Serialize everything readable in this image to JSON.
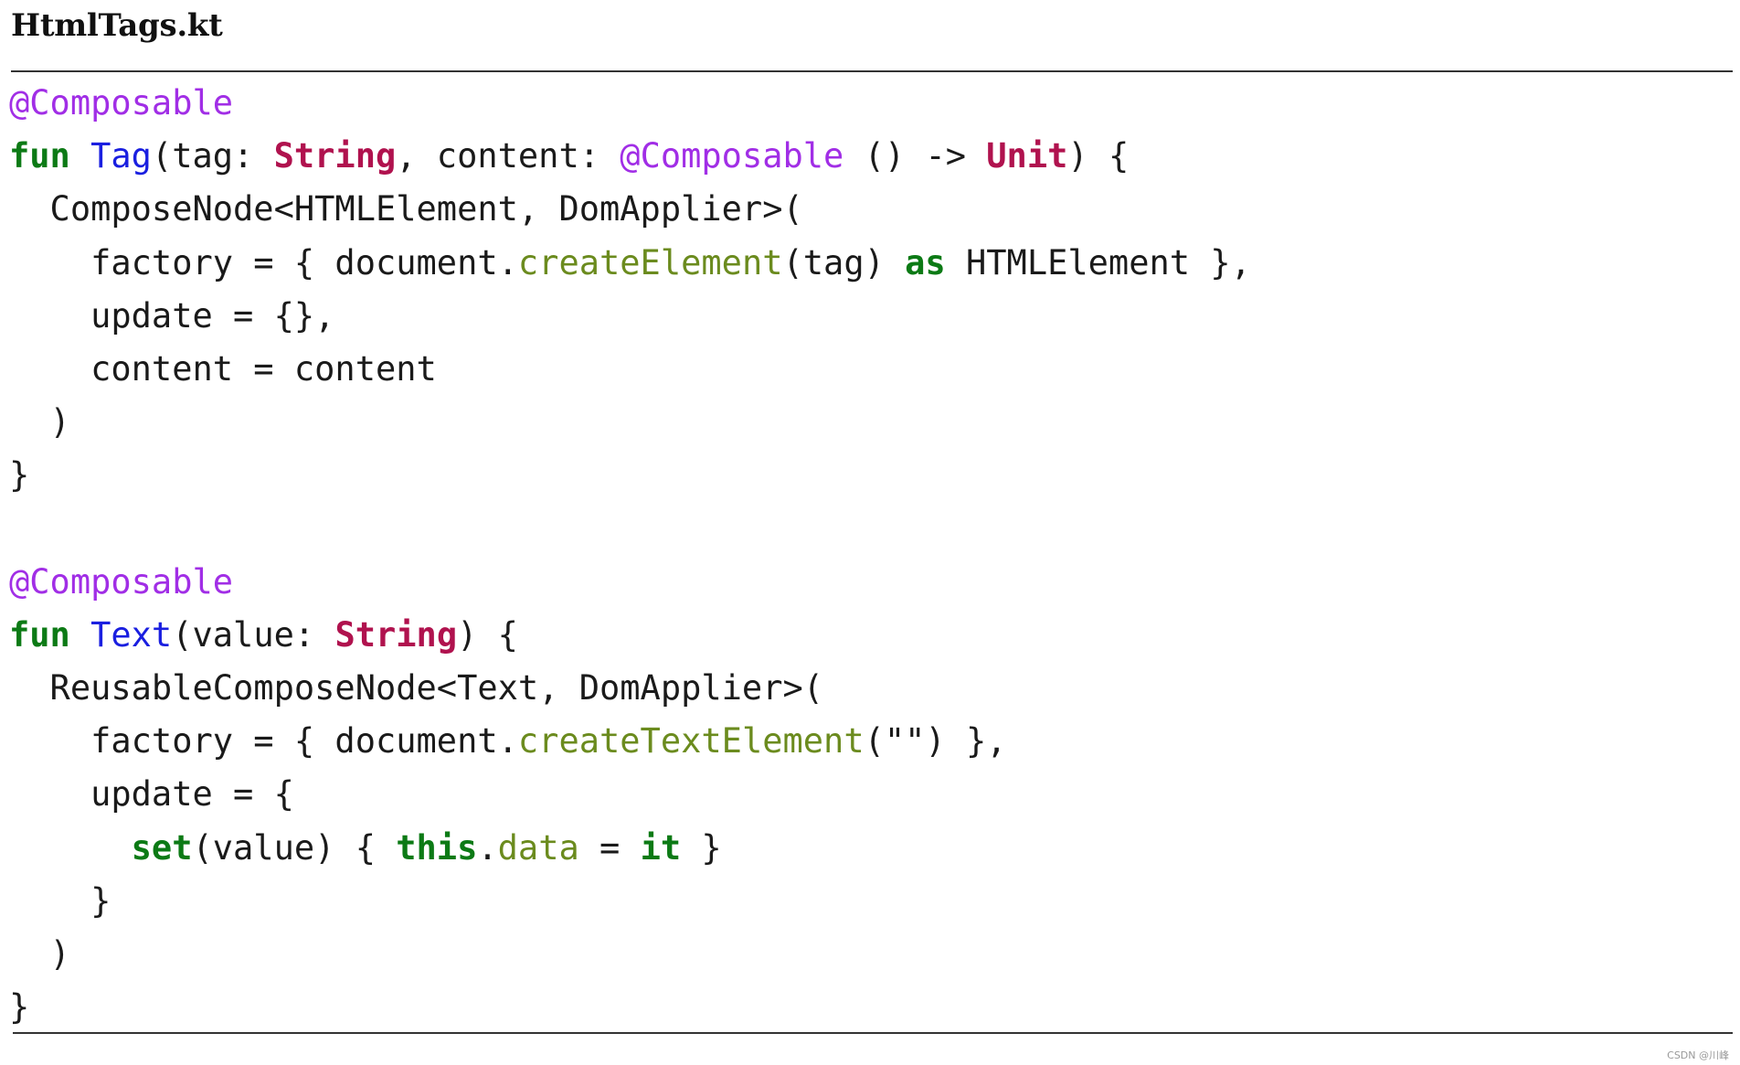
{
  "document": {
    "filename": "HtmlTags.kt",
    "watermark": "CSDN @川峰"
  },
  "colors": {
    "annotation": "#a12ee6",
    "keyword": "#0c7a15",
    "function_name": "#1a1fe0",
    "type": "#b0124e",
    "method": "#6b8b1e",
    "text": "#1a1a1a"
  },
  "code_lines": [
    [
      [
        "a",
        "@Composable"
      ]
    ],
    [
      [
        "k",
        "fun"
      ],
      [
        "p",
        " "
      ],
      [
        "f",
        "Tag"
      ],
      [
        "p",
        "(tag: "
      ],
      [
        "t",
        "String"
      ],
      [
        "p",
        ", content: "
      ],
      [
        "a",
        "@Composable"
      ],
      [
        "p",
        " () -> "
      ],
      [
        "t",
        "Unit"
      ],
      [
        "p",
        ") {"
      ]
    ],
    [
      [
        "p",
        "  ComposeNode<HTMLElement, DomApplier>("
      ]
    ],
    [
      [
        "p",
        "    factory = { document."
      ],
      [
        "m",
        "createElement"
      ],
      [
        "p",
        "(tag) "
      ],
      [
        "k",
        "as"
      ],
      [
        "p",
        " HTMLElement },"
      ]
    ],
    [
      [
        "p",
        "    update = {},"
      ]
    ],
    [
      [
        "p",
        "    content = content"
      ]
    ],
    [
      [
        "p",
        "  )"
      ]
    ],
    [
      [
        "p",
        "}"
      ]
    ],
    [
      [
        "p",
        ""
      ]
    ],
    [
      [
        "a",
        "@Composable"
      ]
    ],
    [
      [
        "k",
        "fun"
      ],
      [
        "p",
        " "
      ],
      [
        "f",
        "Text"
      ],
      [
        "p",
        "(value: "
      ],
      [
        "t",
        "String"
      ],
      [
        "p",
        ") {"
      ]
    ],
    [
      [
        "p",
        "  ReusableComposeNode<Text, DomApplier>("
      ]
    ],
    [
      [
        "p",
        "    factory = { document."
      ],
      [
        "m",
        "createTextElement"
      ],
      [
        "p",
        "(\"\") },"
      ]
    ],
    [
      [
        "p",
        "    update = {"
      ]
    ],
    [
      [
        "p",
        "      "
      ],
      [
        "k",
        "set"
      ],
      [
        "p",
        "(value) { "
      ],
      [
        "k",
        "this"
      ],
      [
        "p",
        "."
      ],
      [
        "m",
        "data"
      ],
      [
        "p",
        " = "
      ],
      [
        "k",
        "it"
      ],
      [
        "p",
        " }"
      ]
    ],
    [
      [
        "p",
        "    }"
      ]
    ],
    [
      [
        "p",
        "  )"
      ]
    ],
    [
      [
        "p",
        "}"
      ]
    ]
  ]
}
